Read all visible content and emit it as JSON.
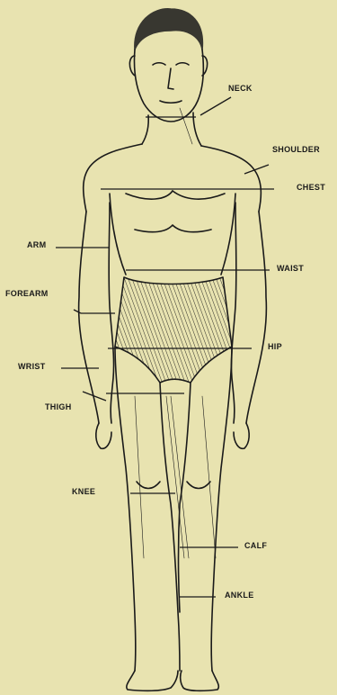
{
  "colors": {
    "background": "#e8e3b0",
    "ink": "#1a1a1a"
  },
  "labels": {
    "neck": "NECK",
    "shoulder": "SHOULDER",
    "chest": "CHEST",
    "arm": "ARM",
    "waist": "WAIST",
    "forearm": "FOREARM",
    "hip": "HIP",
    "wrist": "WRIST",
    "thigh": "THIGH",
    "knee": "KNEE",
    "calf": "CALF",
    "ankle": "ANKLE"
  }
}
